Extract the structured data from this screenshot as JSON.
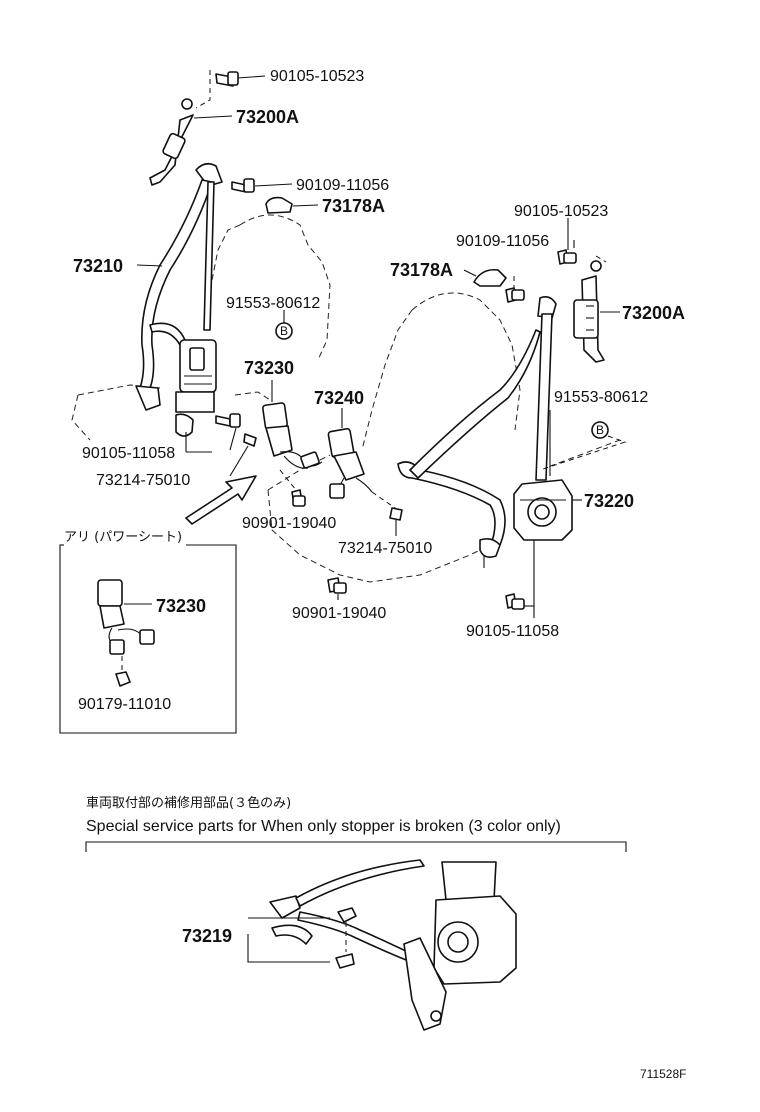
{
  "labels": {
    "p_90105_10523_left": "90105-10523",
    "p_73200A_left": "73200A",
    "p_90109_11056_left": "90109-11056",
    "p_73178A_left": "73178A",
    "p_73210": "73210",
    "p_91553_80612_left": "91553-80612",
    "p_B_left": "B",
    "p_73230_main": "73230",
    "p_73240": "73240",
    "p_90105_11058_left": "90105-11058",
    "p_73214_75010_left": "73214-75010",
    "p_90901_19040_a": "90901-19040",
    "p_73214_75010_mid": "73214-75010",
    "p_90901_19040_b": "90901-19040",
    "p_90105_10523_right": "90105-10523",
    "p_90109_11056_right": "90109-11056",
    "p_73178A_right": "73178A",
    "p_73200A_right": "73200A",
    "p_91553_80612_right": "91553-80612",
    "p_B_right": "B",
    "p_73220": "73220",
    "p_90105_11058_right": "90105-11058"
  },
  "inset": {
    "title": "アリ (パワーシート)",
    "p_73230": "73230",
    "p_90179_11010": "90179-11010"
  },
  "special": {
    "title_jp": "車両取付部の補修用部品(３色のみ)",
    "title_en": "Special service parts for When only stopper is broken (3 color only)",
    "p_73219": "73219"
  },
  "figure_id": "711528F"
}
